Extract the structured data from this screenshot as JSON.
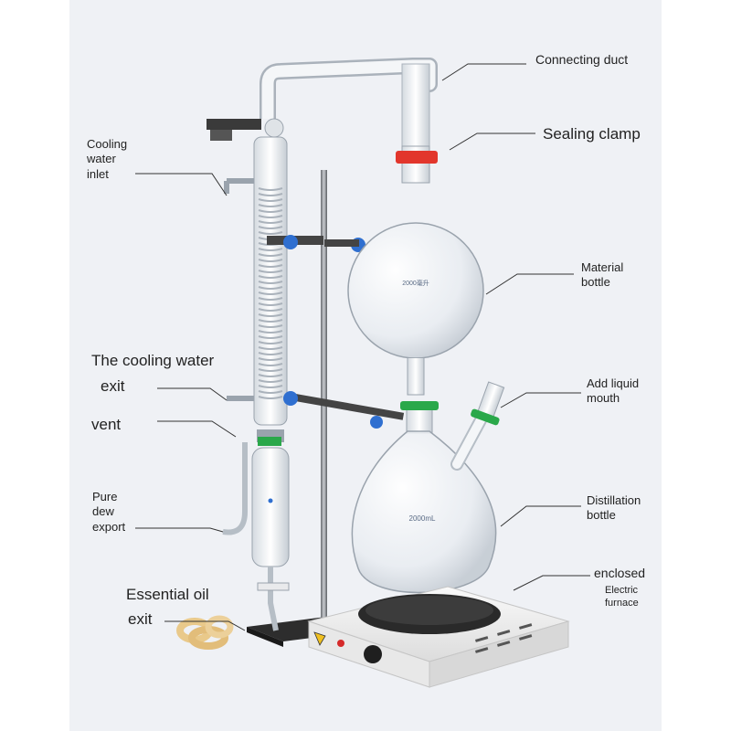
{
  "labels": {
    "connecting_duct": "Connecting duct",
    "sealing_clamp": "Sealing clamp",
    "cooling_water_inlet": "Cooling\nwater\ninlet",
    "material_bottle": "Material\nbottle",
    "cooling_water_exit_line1": "The cooling water",
    "cooling_water_exit_line2": "exit",
    "add_liquid_mouth": "Add liquid\nmouth",
    "vent": "vent",
    "pure_dew_export": "Pure\ndew\nexport",
    "distillation_bottle": "Distillation\nbottle",
    "enclosed": "enclosed",
    "electric_furnace": "Electric\nfurnace",
    "essential_oil_exit_line1": "Essential oil",
    "essential_oil_exit_line2": "exit"
  },
  "flask_marks": {
    "material_capacity": "2000毫升",
    "distillation_capacity": "2000mL"
  },
  "colors": {
    "panel": "#eff1f5",
    "glass_stroke": "#9aa3ad",
    "clamp_red": "#e2362c",
    "clamp_green": "#2aa84a",
    "knob_blue": "#2f6fd0",
    "furnace_body": "#f2f2f2",
    "hotplate": "#2a2a2a",
    "tubing": "#e9c98a"
  }
}
